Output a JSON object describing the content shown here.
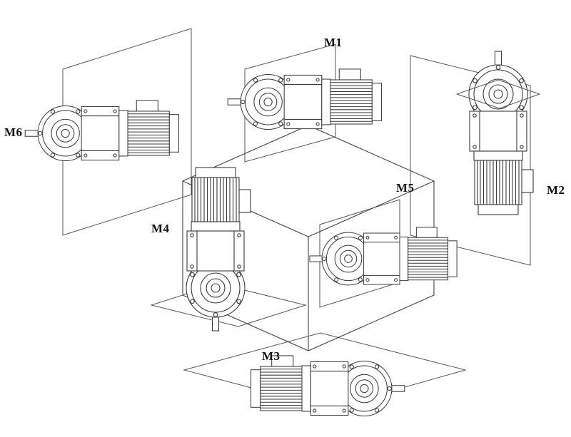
{
  "diagram": {
    "labels": {
      "m1": "M1",
      "m2": "M2",
      "m3": "M3",
      "m4": "M4",
      "m5": "M5",
      "m6": "M6"
    },
    "colors": {
      "background": "#ffffff",
      "line_ink": "#3a3a3a",
      "plane_line": "#555555",
      "label_text": "#111111"
    }
  }
}
